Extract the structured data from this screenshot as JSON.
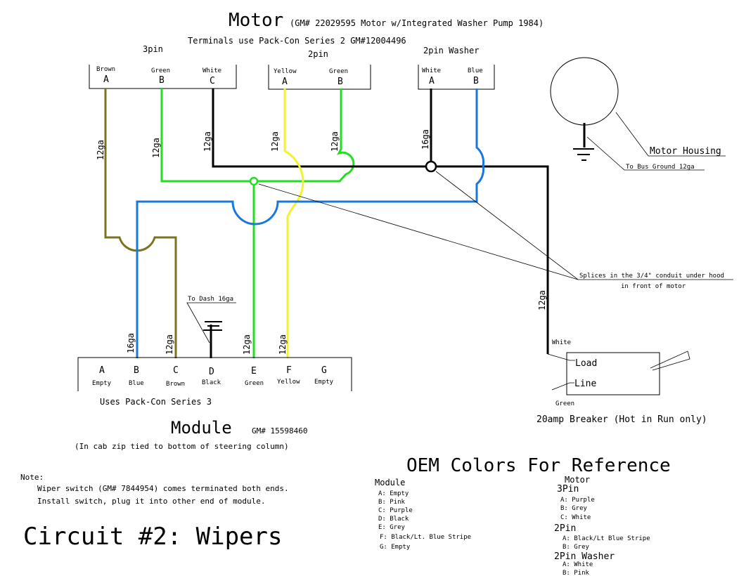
{
  "title": {
    "main": "Motor",
    "sub": "(GM# 22029595 Motor w/Integrated Washer Pump 1984)"
  },
  "terminals_note": "Terminals use Pack-Con Series 2 GM#12004496",
  "colors": {
    "brown": "#7a7420",
    "green": "#22dd22",
    "black": "#000000",
    "yellow": "#f2f230",
    "blue": "#1a78d8"
  },
  "motor_connectors": [
    {
      "label": "3pin",
      "pins": [
        {
          "color": "Brown",
          "pin": "A",
          "gauge": "12ga"
        },
        {
          "color": "Green",
          "pin": "B",
          "gauge": "12ga"
        },
        {
          "color": "White",
          "pin": "C",
          "gauge": "12ga"
        }
      ]
    },
    {
      "label": "2pin",
      "pins": [
        {
          "color": "Yellow",
          "pin": "A",
          "gauge": "12ga"
        },
        {
          "color": "Green",
          "pin": "B",
          "gauge": "12ga"
        }
      ]
    },
    {
      "label": "2pin Washer",
      "pins": [
        {
          "color": "White",
          "pin": "A",
          "gauge": "16ga"
        },
        {
          "color": "Blue",
          "pin": "B",
          "gauge": ""
        }
      ]
    }
  ],
  "motor_housing": {
    "label": "Motor Housing",
    "ground_label": "To Bus Ground 12ga"
  },
  "splices": {
    "line1": "Splices in the 3/4\" conduit under hood",
    "line2": "in front of motor"
  },
  "breaker": {
    "feed_gauge": "12ga",
    "load_wire": "White",
    "line_wire": "Green",
    "load_label": "Load",
    "line_label": "Line",
    "caption": "20amp Breaker (Hot in Run only)"
  },
  "module": {
    "title": "Module",
    "part": "GM# 15598460",
    "location": "(In cab zip tied to bottom of steering column)",
    "series_note": "Uses Pack-Con Series 3",
    "dash_label": "To Dash 16ga",
    "pins": [
      {
        "pin": "A",
        "color": "Empty",
        "gauge": ""
      },
      {
        "pin": "B",
        "color": "Blue",
        "gauge": "16ga"
      },
      {
        "pin": "C",
        "color": "Brown",
        "gauge": "12ga"
      },
      {
        "pin": "D",
        "color": "Black",
        "gauge": ""
      },
      {
        "pin": "E",
        "color": "Green",
        "gauge": "12ga"
      },
      {
        "pin": "F",
        "color": "Yellow",
        "gauge": "12ga"
      },
      {
        "pin": "G",
        "color": "Empty",
        "gauge": ""
      }
    ]
  },
  "note": {
    "heading": "Note:",
    "line1": "Wiper switch (GM# 7844954) comes terminated both ends.",
    "line2": "Install switch, plug it into other end of module."
  },
  "circuit_title": "Circuit #2: Wipers",
  "oem": {
    "title": "OEM Colors For Reference",
    "module_heading": "Module",
    "module_items": [
      "A: Empty",
      "B: Pink",
      "C: Purple",
      "D: Black",
      "E: Grey",
      "F: Black/Lt. Blue Stripe",
      "G: Empty"
    ],
    "motor_heading": "Motor",
    "groups": [
      {
        "name": "3Pin",
        "items": [
          "A: Purple",
          "B: Grey",
          "C: White"
        ]
      },
      {
        "name": "2Pin",
        "items": [
          "A: Black/Lt Blue Stripe",
          "B: Grey"
        ]
      },
      {
        "name": "2Pin Washer",
        "items": [
          "A: White",
          "B: Pink"
        ]
      }
    ]
  }
}
